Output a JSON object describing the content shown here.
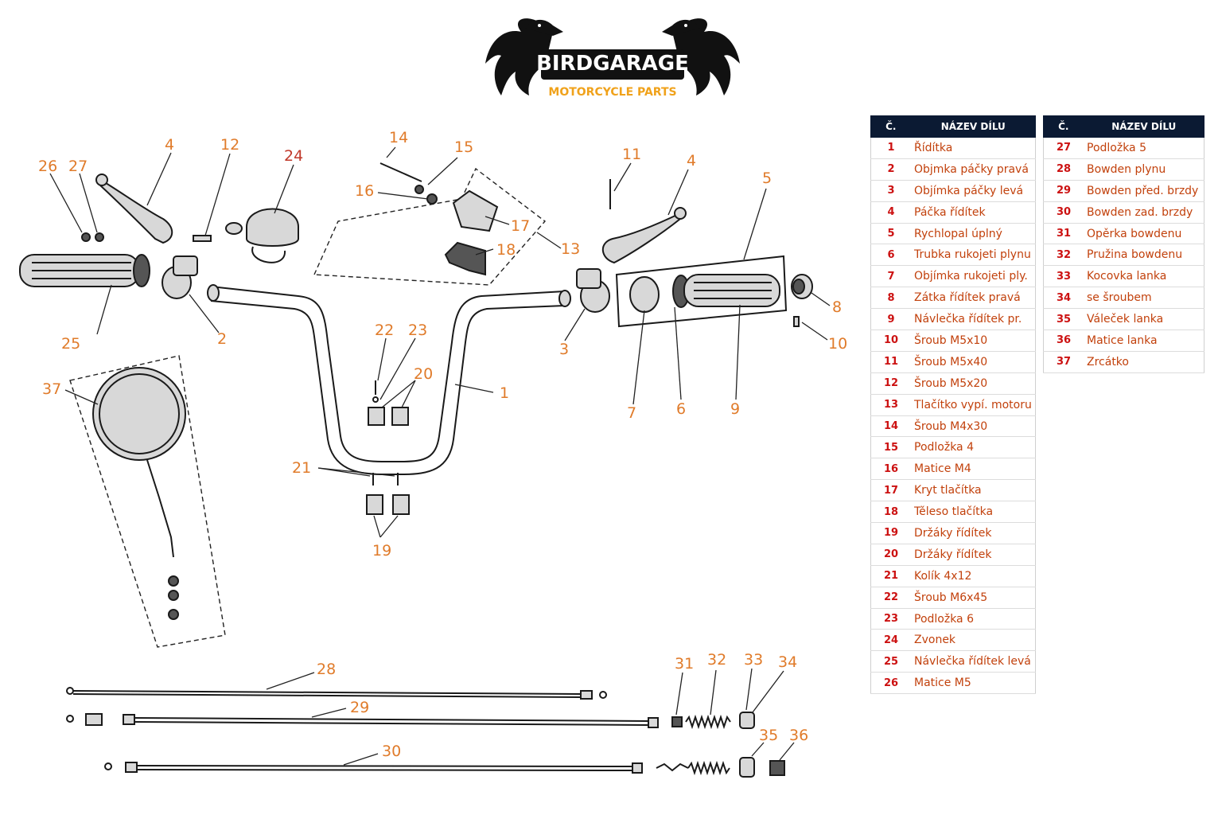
{
  "logo": {
    "brand": "BIRDGARAGE",
    "tagline": "MOTORCYCLE PARTS"
  },
  "table_headers": {
    "number": "Č.",
    "name": "NÁZEV DÍLU"
  },
  "parts_left": [
    {
      "num": "1",
      "name": "Řídítka"
    },
    {
      "num": "2",
      "name": "Objmka páčky pravá"
    },
    {
      "num": "3",
      "name": "Objímka páčky levá"
    },
    {
      "num": "4",
      "name": "Páčka řídítek"
    },
    {
      "num": "5",
      "name": "Rychlopal úplný"
    },
    {
      "num": "6",
      "name": "Trubka rukojeti plynu"
    },
    {
      "num": "7",
      "name": "Objímka rukojeti ply."
    },
    {
      "num": "8",
      "name": "Zátka řídítek pravá"
    },
    {
      "num": "9",
      "name": "Návlečka řídítek pr."
    },
    {
      "num": "10",
      "name": "Šroub M5x10"
    },
    {
      "num": "11",
      "name": "Šroub M5x40"
    },
    {
      "num": "12",
      "name": "Šroub M5x20"
    },
    {
      "num": "13",
      "name": "Tlačítko vypí. motoru"
    },
    {
      "num": "14",
      "name": "Šroub M4x30"
    },
    {
      "num": "15",
      "name": "Podložka 4"
    },
    {
      "num": "16",
      "name": "Matice M4"
    },
    {
      "num": "17",
      "name": "Kryt tlačítka"
    },
    {
      "num": "18",
      "name": "Těleso tlačítka"
    },
    {
      "num": "19",
      "name": "Držáky řídítek"
    },
    {
      "num": "20",
      "name": "Držáky řídítek"
    },
    {
      "num": "21",
      "name": "Kolík 4x12"
    },
    {
      "num": "22",
      "name": "Šroub M6x45"
    },
    {
      "num": "23",
      "name": "Podložka 6"
    },
    {
      "num": "24",
      "name": "Zvonek"
    },
    {
      "num": "25",
      "name": "Návlečka řídítek levá"
    },
    {
      "num": "26",
      "name": "Matice M5"
    }
  ],
  "parts_right": [
    {
      "num": "27",
      "name": "Podložka 5"
    },
    {
      "num": "28",
      "name": "Bowden plynu"
    },
    {
      "num": "29",
      "name": "Bowden před. brzdy"
    },
    {
      "num": "30",
      "name": "Bowden zad. brzdy"
    },
    {
      "num": "31",
      "name": "Opěrka bowdenu"
    },
    {
      "num": "32",
      "name": "Pružina bowdenu"
    },
    {
      "num": "33",
      "name": "Kocovka lanka"
    },
    {
      "num": "34",
      "name": "se šroubem"
    },
    {
      "num": "35",
      "name": "Váleček lanka"
    },
    {
      "num": "36",
      "name": "Matice lanka"
    },
    {
      "num": "37",
      "name": "Zrcátko"
    }
  ],
  "callouts": {
    "c1": "1",
    "c2": "2",
    "c3": "3",
    "c4a": "4",
    "c4b": "4",
    "c5": "5",
    "c6": "6",
    "c7": "7",
    "c8": "8",
    "c9": "9",
    "c10": "10",
    "c11": "11",
    "c12": "12",
    "c13": "13",
    "c14": "14",
    "c15": "15",
    "c16": "16",
    "c17": "17",
    "c18": "18",
    "c19": "19",
    "c20": "20",
    "c21": "21",
    "c22": "22",
    "c23": "23",
    "c24": "24",
    "c25": "25",
    "c26": "26",
    "c27": "27",
    "c28": "28",
    "c29": "29",
    "c30": "30",
    "c31": "31",
    "c32": "32",
    "c33": "33",
    "c34": "34",
    "c35": "35",
    "c36": "36",
    "c37": "37"
  },
  "colors": {
    "callout": "#e07b2a",
    "table_header": "#0b1a33",
    "part_number": "#cc1111",
    "part_name": "#c2410c",
    "logo_gold": "#f0a21b"
  }
}
